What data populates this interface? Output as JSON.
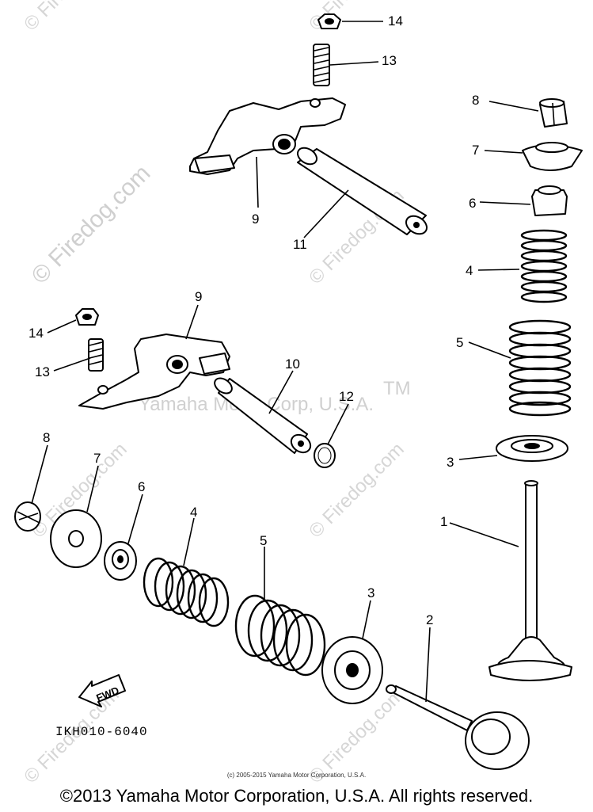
{
  "watermarks": {
    "site": "© Firedog.com",
    "yamaha": "Yamaha Motor Corp, U.S.A.",
    "tm": "TM"
  },
  "callouts": {
    "n1": "1",
    "n2": "2",
    "n3": "3",
    "n4": "4",
    "n5": "5",
    "n6": "6",
    "n7": "7",
    "n8": "8",
    "n9": "9",
    "n10": "10",
    "n11": "11",
    "n12": "12",
    "n13": "13",
    "n14": "14"
  },
  "diagram_code": "IKH010-6040",
  "fwd_label": "FWD",
  "copyright_small": "(c) 2005-2015 Yamaha Motor Corporation, U.S.A.",
  "copyright_main": "©2013 Yamaha Motor Corporation, U.S.A. All rights reserved."
}
